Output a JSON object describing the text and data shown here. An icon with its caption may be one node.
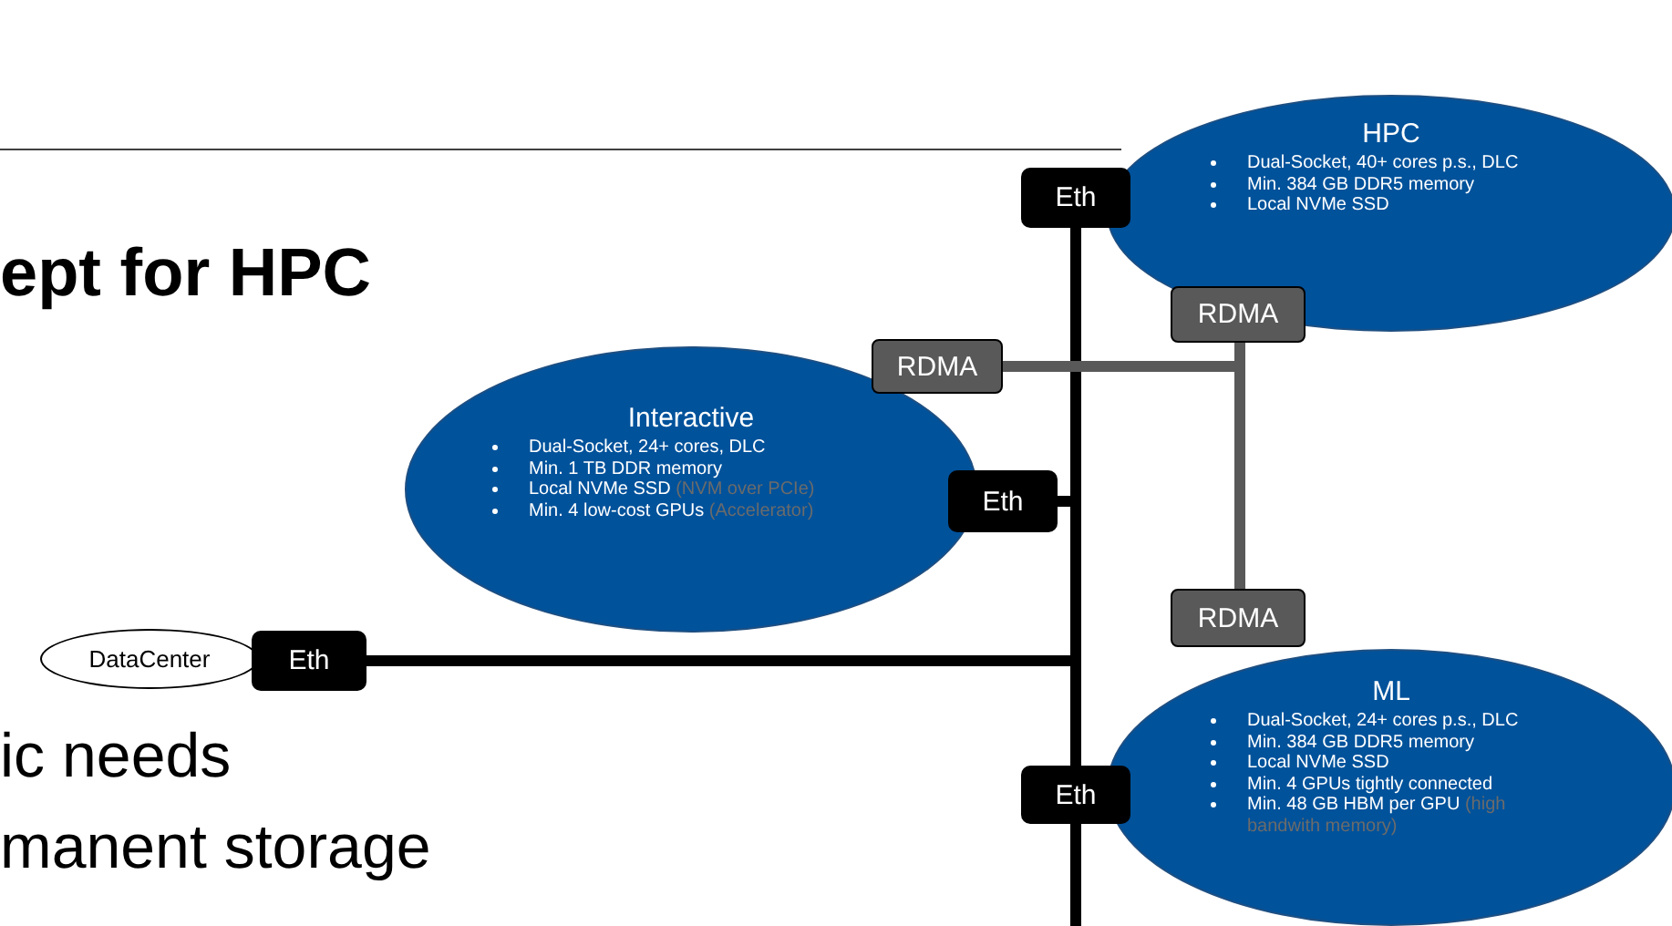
{
  "diagram": {
    "title": "ept for HPC",
    "nodes": [
      {
        "text": [
          "HPC",
          "Dual-Socket, 40+ cores p.s., DLC",
          "Min. 384 GB DDR5 memory",
          "Local NVMe SSD"
        ]
      },
      {
        "text": [
          "Eth"
        ]
      },
      {
        "text": [
          "RDMA"
        ]
      },
      {
        "text": [
          "Interactive",
          "Dual-Socket, 24+ cores, DLC",
          "Min. 1 TB DDR memory",
          "Local NVMe SSD",
          "(NVM over PCIe)",
          "Min. 4 low-cost GPUs",
          "(Accelerator)"
        ]
      },
      {
        "text": [
          "RDMA"
        ]
      },
      {
        "text": [
          "Eth"
        ]
      },
      {
        "text": [
          "RDMA"
        ]
      },
      {
        "text": [
          "DataCenter"
        ]
      },
      {
        "text": [
          "Eth"
        ]
      },
      {
        "text": [
          "ML",
          "Dual-Socket, 24+ cores p.s., DLC",
          "Min. 384 GB DDR5 memory",
          "Local NVMe SSD",
          "Min. 4 GPUs tightly connected",
          "Min. 48 GB HBM per GPU",
          "(high bandwith memory)"
        ]
      },
      {
        "text": [
          "Eth"
        ]
      }
    ],
    "edges": [
      {
        "from": 1,
        "to": 5,
        "arrow": "none"
      },
      {
        "from": 5,
        "to": 10,
        "arrow": "none"
      },
      {
        "from": 8,
        "to": 10,
        "arrow": "none"
      },
      {
        "from": 10,
        "to": null,
        "arrow": "none"
      },
      {
        "from": 4,
        "to": 2,
        "arrow": "none",
        "color": "#595959"
      },
      {
        "from": 4,
        "to": 6,
        "arrow": "none",
        "color": "#595959"
      },
      {
        "from": 2,
        "to": 6,
        "arrow": "none",
        "color": "#595959"
      }
    ],
    "labels": [
      "ic needs",
      "manent storage"
    ]
  }
}
